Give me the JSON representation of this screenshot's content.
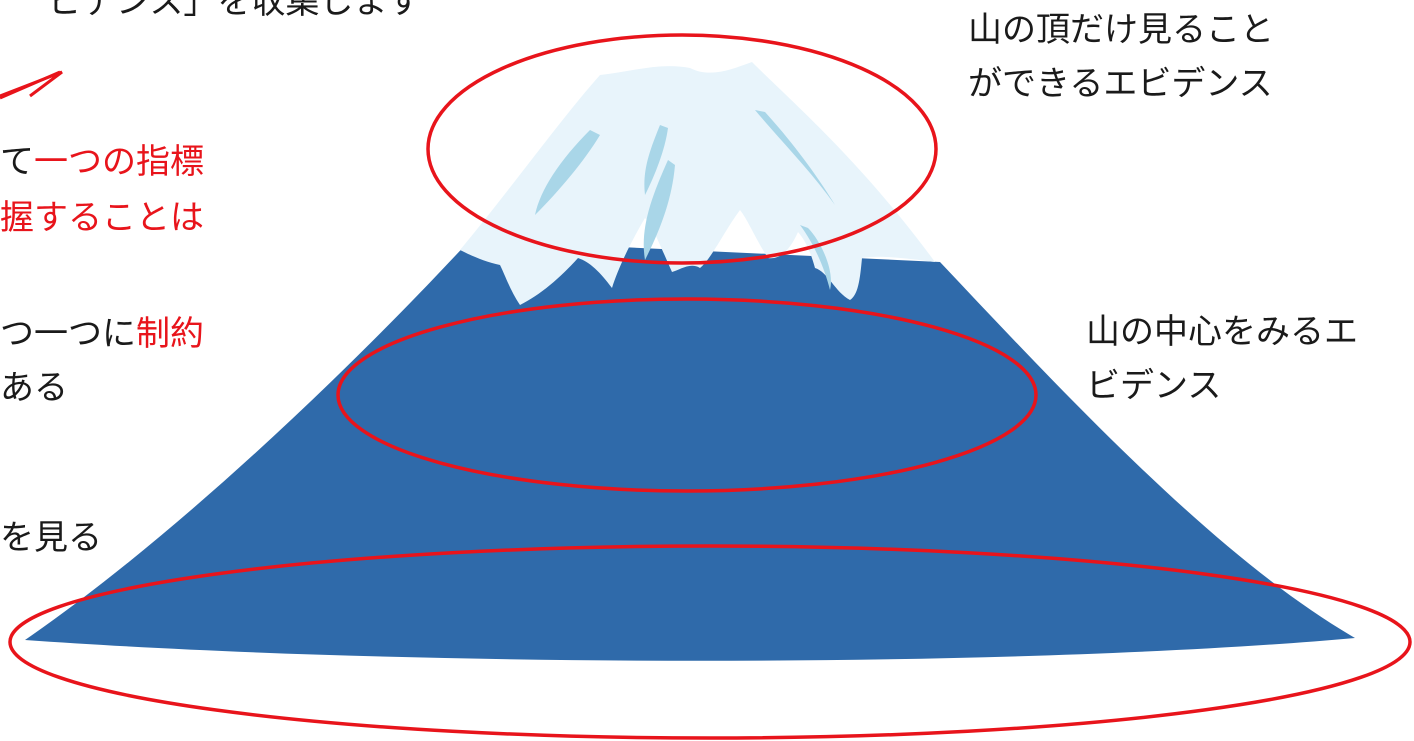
{
  "left_text": {
    "line1": "ビデンス」を収集します",
    "line2_a": "て",
    "line2_b": "一つの指標",
    "line3": "握することは",
    "line4_a": "つ一つに",
    "line4_b": "制約",
    "line5": "ある",
    "line6": "を見る"
  },
  "right_labels": {
    "top_1": "山の頂だけ見ること",
    "top_2": "ができるエビデンス",
    "mid_1": "山の中心をみるエ",
    "mid_2": "ビデンス"
  },
  "colors": {
    "mountain": "#2f6aaa",
    "snow": "#e8f4fb",
    "snow_streak": "#a9d6e8",
    "accent_red": "#e8141b",
    "text": "#1a1a1a"
  }
}
